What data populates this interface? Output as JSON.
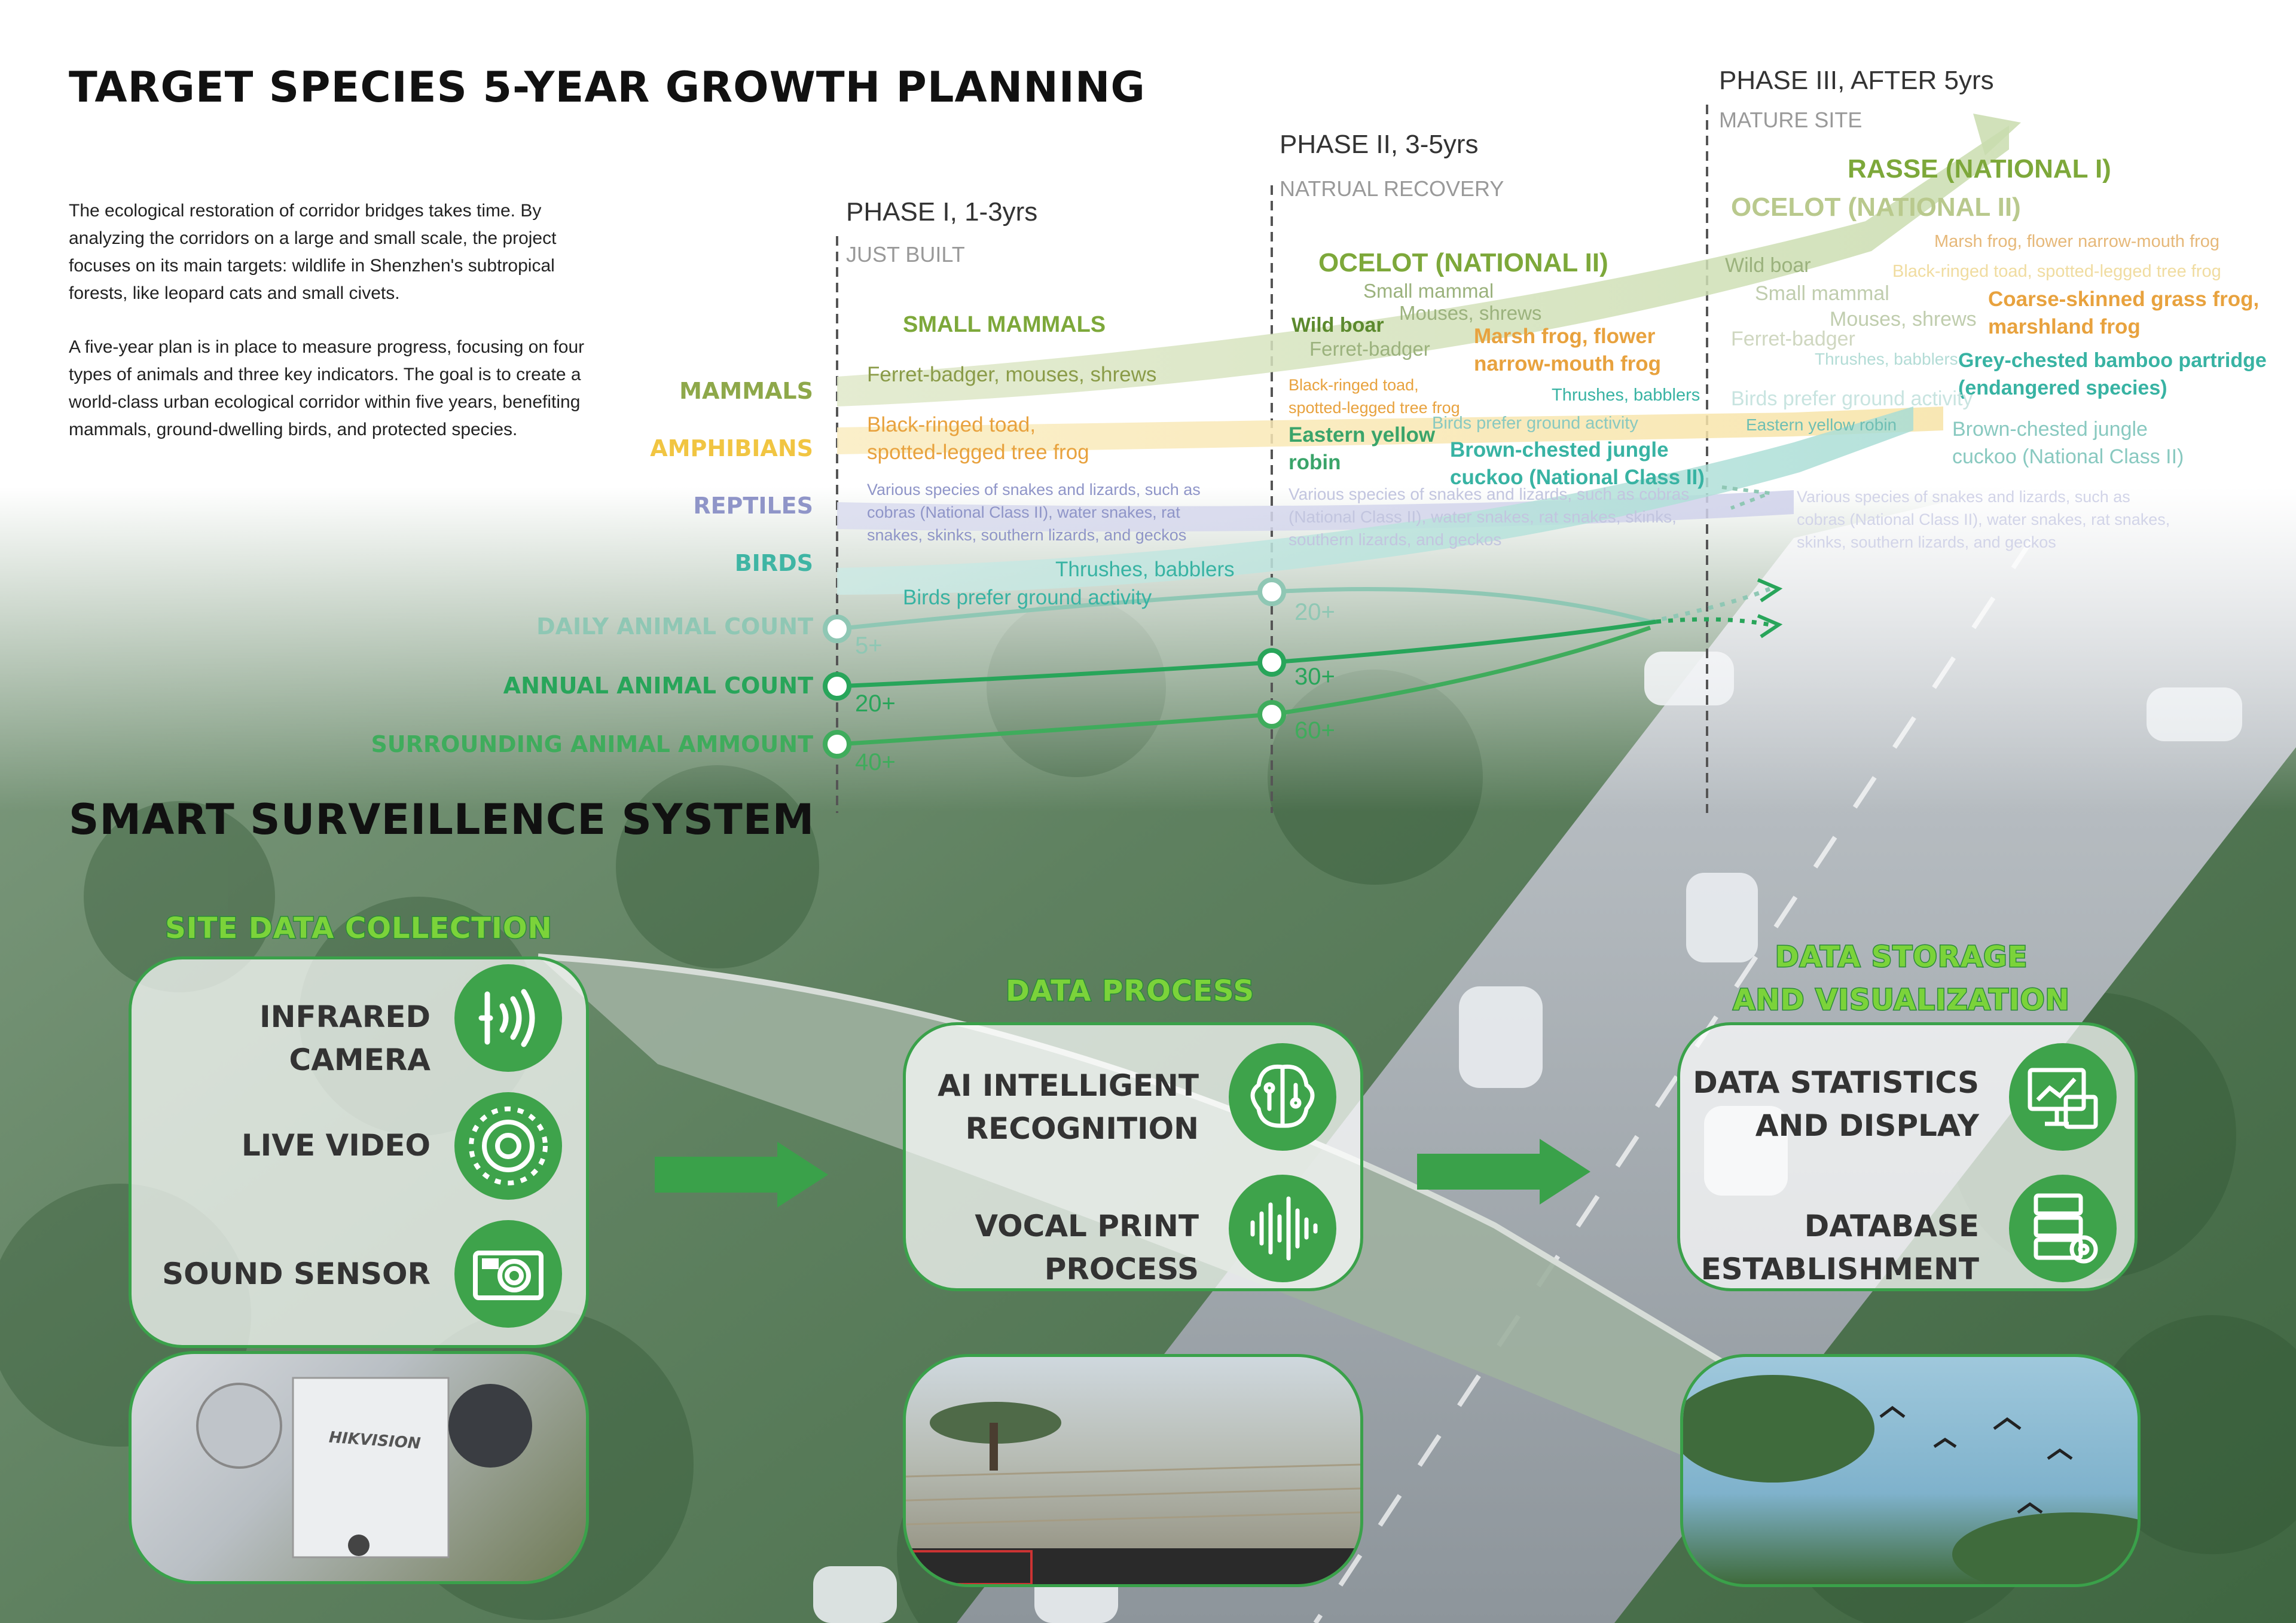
{
  "title": "TARGET SPECIES 5-YEAR GROWTH PLANNING",
  "intro": [
    "The ecological restoration of corridor bridges takes time. By analyzing the corridors on a large and small scale, the project focuses on its main targets: wildlife in Shenzhen's subtropical forests, like leopard cats and small civets.",
    "A five-year plan is in place to measure progress, focusing on four types of animals and three key indicators. The goal is to create a world-class urban ecological corridor within five years, benefiting mammals, ground-dwelling birds, and protected species."
  ],
  "phases": [
    {
      "title": "PHASE I, 1-3yrs",
      "subtitle": "JUST BUILT"
    },
    {
      "title": "PHASE II, 3-5yrs",
      "subtitle": "NATRUAL RECOVERY"
    },
    {
      "title": "PHASE III, AFTER 5yrs",
      "subtitle": "MATURE SITE"
    }
  ],
  "categories": {
    "mammals": "MAMMALS",
    "amphibians": "AMPHIBIANS",
    "reptiles": "REPTILES",
    "birds": "BIRDS",
    "daily": "DAILY ANIMAL COUNT",
    "annual": "ANNUAL ANIMAL COUNT",
    "surrounding": "SURROUNDING ANIMAL AMMOUNT"
  },
  "phase1": {
    "small_mammals": "SMALL MAMMALS",
    "mammals": "Ferret-badger, mouses, shrews",
    "amphibians": [
      "Black-ringed toad,",
      "spotted-legged tree frog"
    ],
    "reptiles": [
      "Various species of snakes and lizards, such as",
      "cobras (National Class II), water snakes, rat",
      "snakes, skinks, southern lizards, and geckos"
    ],
    "birds_a": "Thrushes, babblers",
    "birds_b": "Birds prefer ground activity"
  },
  "phase2": {
    "ocelot": "OCELOT (NATIONAL II)",
    "small_mammal": "Small mammal",
    "mouses": "Mouses, shrews",
    "wild_boar": "Wild boar",
    "ferret": "Ferret-badger",
    "marsh": [
      "Marsh frog, flower",
      "narrow-mouth frog"
    ],
    "toad": [
      "Black-ringed toad,",
      "spotted-legged tree frog"
    ],
    "thrushes": "Thrushes, babblers",
    "robin": [
      "Eastern yellow",
      "robin"
    ],
    "ground": "Birds prefer ground activity",
    "cuckoo": [
      "Brown-chested jungle",
      "cuckoo (National Class II)"
    ],
    "reptiles": [
      "Various species of snakes and lizards, such as cobras",
      "(National Class II), water snakes, rat snakes, skinks,",
      "southern lizards, and geckos"
    ]
  },
  "phase3": {
    "rasse": "RASSE (NATIONAL I)",
    "ocelot": "OCELOT (NATIONAL II)",
    "marsh": "Marsh frog, flower narrow-mouth frog",
    "wild_boar": "Wild boar",
    "toad": "Black-ringed toad, spotted-legged tree frog",
    "small_mammal": "Small mammal",
    "coarse": [
      "Coarse-skinned grass frog,",
      "marshland frog"
    ],
    "mouses": "Mouses, shrews",
    "ferret": "Ferret-badger",
    "thrushes": "Thrushes, babblers",
    "partridge": [
      "Grey-chested bamboo partridge",
      "(endangered species)"
    ],
    "ground": "Birds prefer ground activity",
    "robin": "Eastern yellow robin",
    "cuckoo": [
      "Brown-chested jungle",
      "cuckoo (National Class II)"
    ],
    "reptiles": [
      "Various species of snakes and lizards, such as",
      "cobras (National Class II), water snakes, rat snakes,",
      "skinks, southern lizards, and geckos"
    ]
  },
  "counts": {
    "daily": [
      "5+",
      "20+"
    ],
    "annual": [
      "20+",
      "30+"
    ],
    "surrounding": [
      "40+",
      "60+"
    ]
  },
  "surveillance": {
    "title": "SMART SURVEILLENCE SYSTEM",
    "collection": {
      "title": "SITE DATA COLLECTION",
      "items": [
        "INFRARED CAMERA",
        "LIVE VIDEO",
        "SOUND SENSOR"
      ]
    },
    "process": {
      "title": "DATA PROCESS",
      "items": [
        [
          "AI INTELLIGENT",
          "RECOGNITION"
        ],
        [
          "VOCAL PRINT",
          "PROCESS"
        ]
      ]
    },
    "storage": {
      "title": [
        "DATA STORAGE",
        "AND VISUALIZATION"
      ],
      "items": [
        [
          "DATA STATISTICS",
          "AND DISPLAY"
        ],
        [
          "DATABASE",
          "ESTABLISHMENT"
        ]
      ]
    },
    "camera_brand": "HIKVISION"
  },
  "colors": {
    "accent_green": "#3aa14a",
    "mammals": "#8ea84a",
    "amphibians": "#f1c542",
    "reptiles": "#8f95c8",
    "birds": "#3fb5a4"
  }
}
